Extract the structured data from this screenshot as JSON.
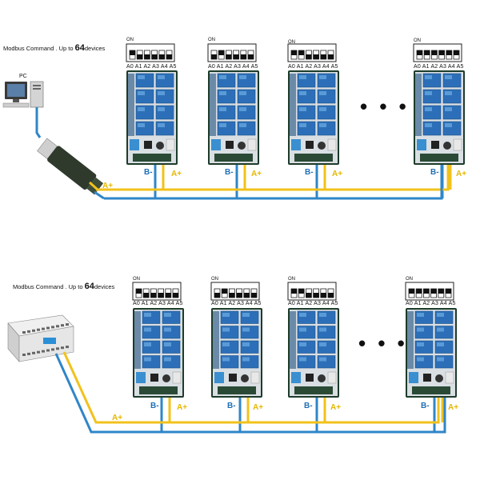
{
  "sections": [
    {
      "id": "top",
      "controller": "PC",
      "controller_label": "PC",
      "command_prefix": "Modbus Command . Up to ",
      "command_number": "64",
      "command_suffix": "devices",
      "devices": [
        {
          "dip_on": "ON",
          "dip": [
            1,
            0,
            0,
            0,
            0,
            0
          ],
          "addr": "A0 A1 A2 A3 A4 A5",
          "b_label": "B-",
          "a_label": "A+"
        },
        {
          "dip_on": "ON",
          "dip": [
            0,
            1,
            0,
            0,
            0,
            0
          ],
          "addr": "A0 A1 A2 A3 A4 A5",
          "b_label": "B-",
          "a_label": "A+"
        },
        {
          "dip_on": "ON",
          "dip": [
            1,
            1,
            0,
            0,
            0,
            0
          ],
          "addr": "A0 A1 A2 A3 A4 A5",
          "b_label": "B-",
          "a_label": "A+"
        },
        {
          "dip_on": "ON",
          "dip": [
            1,
            1,
            1,
            1,
            1,
            1
          ],
          "addr": "A0 A1 A2 A3 A4 A5",
          "b_label": "B-",
          "a_label": "A+"
        }
      ],
      "ellipsis": "• • •",
      "bus_a_label": "A+"
    },
    {
      "id": "bottom",
      "controller": "PLC",
      "command_prefix": "Modbus Command . Up to ",
      "command_number": "64",
      "command_suffix": "devices",
      "devices": [
        {
          "dip_on": "ON",
          "dip": [
            1,
            0,
            0,
            0,
            0,
            0
          ],
          "addr": "A0 A1 A2 A3 A4 A5",
          "b_label": "B-",
          "a_label": "A+"
        },
        {
          "dip_on": "ON",
          "dip": [
            0,
            1,
            0,
            0,
            0,
            0
          ],
          "addr": "A0 A1 A2 A3 A4 A5",
          "b_label": "B-",
          "a_label": "A+"
        },
        {
          "dip_on": "ON",
          "dip": [
            1,
            1,
            0,
            0,
            0,
            0
          ],
          "addr": "A0 A1 A2 A3 A4 A5",
          "b_label": "B-",
          "a_label": "A+"
        },
        {
          "dip_on": "ON",
          "dip": [
            1,
            1,
            1,
            1,
            1,
            1
          ],
          "addr": "A0 A1 A2 A3 A4 A5",
          "b_label": "B-",
          "a_label": "A+"
        }
      ],
      "ellipsis": "• • •",
      "bus_a_label": "A+"
    }
  ],
  "colors": {
    "wire_a": "#f2c21b",
    "wire_b": "#2f86c8",
    "relay_blue": "#2c6fb8",
    "relay_blue_light": "#5a9ad6",
    "pcb": "#1d3b2a",
    "terminal_blue": "#3a8fd0",
    "usb_body": "#2f3a2c"
  },
  "icons": [
    "pc-icon",
    "usb-rs485-adapter-icon",
    "plc-icon",
    "relay-board-icon"
  ]
}
